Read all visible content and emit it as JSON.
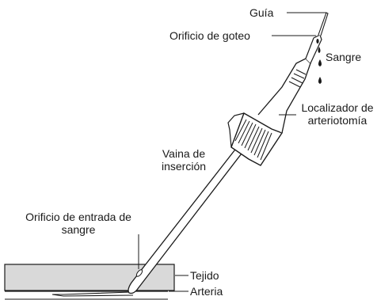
{
  "labels": {
    "guide": "Guía",
    "drip_hole": "Orificio de goteo",
    "blood": "Sangre",
    "locator_1": "Localizador de",
    "locator_2": "arteriotomía",
    "sheath_1": "Vaina de",
    "sheath_2": "inserción",
    "inlet_1": "Orificio de entrada de",
    "inlet_2": "sangre",
    "tissue": "Tejido",
    "artery": "Arteria"
  },
  "colors": {
    "stroke": "#1a1a1a",
    "tissue_fill": "#d9d9d9",
    "device_fill": "#ffffff",
    "blood_drop": "#1a1a1a"
  }
}
